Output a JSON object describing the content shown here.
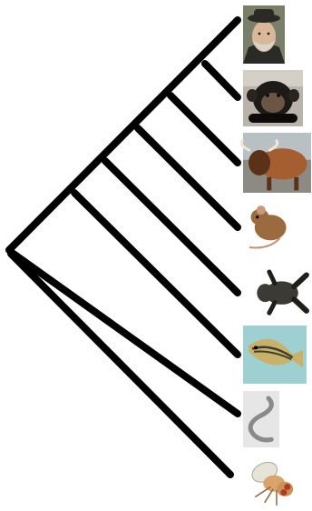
{
  "diagram": {
    "type": "phylogenetic-tree",
    "branch_color": "#000000",
    "background": "#ffffff"
  },
  "taxa": [
    {
      "id": "human",
      "icon": "human-portrait-icon",
      "colors": {
        "bg": "#7a7f6a",
        "main": "#d8d6cc",
        "dark": "#2b2a24"
      }
    },
    {
      "id": "chimpanzee",
      "icon": "chimpanzee-icon",
      "colors": {
        "bg": "#b9b4ab",
        "main": "#1d1a17",
        "dark": "#0c0b0a"
      }
    },
    {
      "id": "cow",
      "icon": "highland-cow-icon",
      "colors": {
        "bg": "#8d8a84",
        "main": "#a55e2f",
        "dark": "#5a3218"
      }
    },
    {
      "id": "mouse",
      "icon": "mouse-icon",
      "colors": {
        "bg": "#ffffff",
        "main": "#9b6a3e",
        "dark": "#5c3c20"
      }
    },
    {
      "id": "frog",
      "icon": "frog-icon",
      "colors": {
        "bg": "#ffffff",
        "main": "#3b3a34",
        "dark": "#1f1e1a"
      }
    },
    {
      "id": "zebrafish",
      "icon": "zebrafish-icon",
      "colors": {
        "bg": "#9ed0d2",
        "main": "#c9b16a",
        "dark": "#3b3f2e"
      }
    },
    {
      "id": "nematode",
      "icon": "nematode-worm-icon",
      "colors": {
        "bg": "#e6e6e6",
        "main": "#8a8a8a",
        "dark": "#4a4a4a"
      }
    },
    {
      "id": "fruit-fly",
      "icon": "fruit-fly-icon",
      "colors": {
        "bg": "#ffffff",
        "main": "#d8a46a",
        "dark": "#b03a22"
      }
    }
  ]
}
